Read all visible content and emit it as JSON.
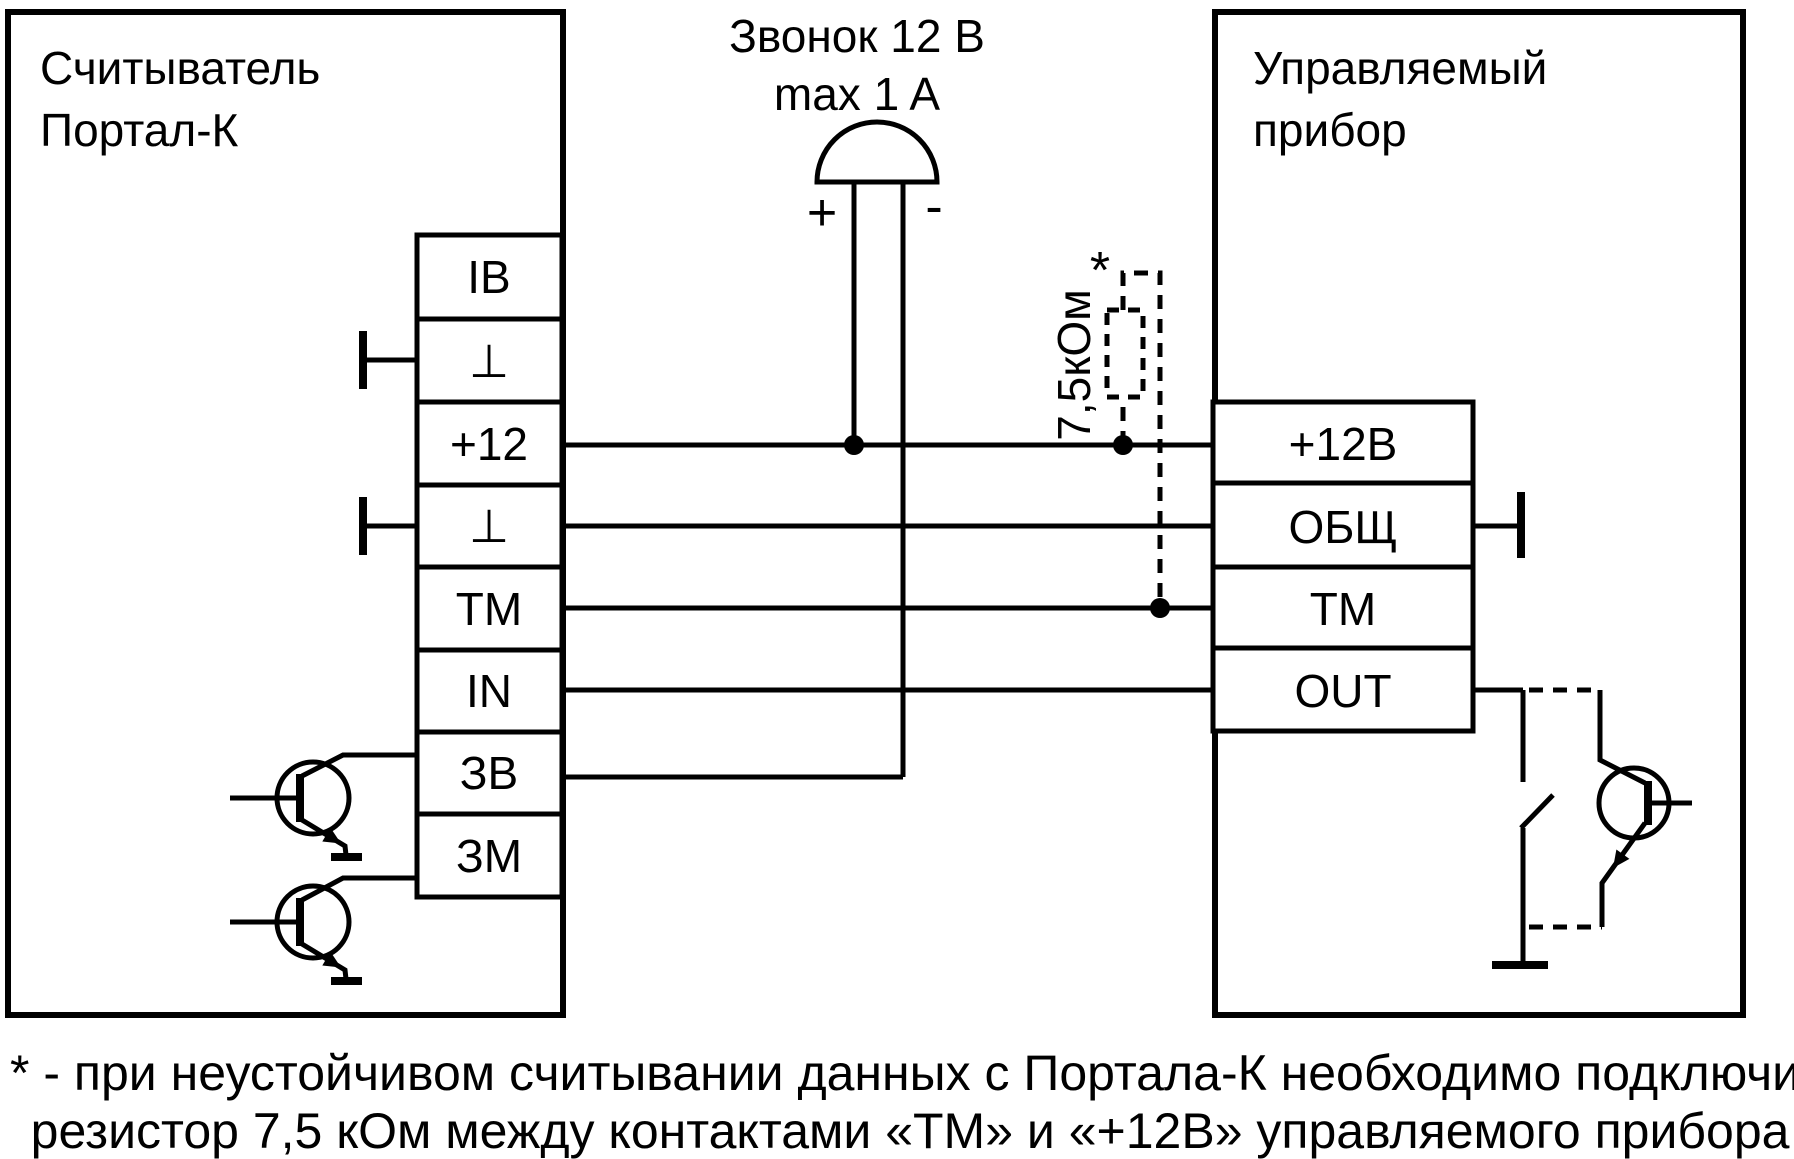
{
  "left_device": {
    "title_line1": "Считыватель",
    "title_line2": "Портал-К",
    "terminals": [
      "IB",
      "⊥",
      "+12",
      "⊥",
      "ТМ",
      "IN",
      "ЗВ",
      "ЗМ"
    ]
  },
  "right_device": {
    "title_line1": "Управляемый",
    "title_line2": "прибор",
    "terminals": [
      "+12В",
      "ОБЩ",
      "ТМ",
      "OUT"
    ]
  },
  "bell": {
    "label_line1": "Звонок 12 В",
    "label_line2": "max 1 A",
    "plus": "+",
    "minus": "-"
  },
  "resistor": {
    "value_label": "7,5кОм",
    "asterisk": "*"
  },
  "note": {
    "line1": "* - при неустойчивом считывании данных с Портала-К необходимо подключить",
    "line2": "резистор 7,5 кОм между контактами «ТМ» и «+12В» управляемого прибора."
  },
  "colors": {
    "line": "#000000",
    "background": "#ffffff"
  }
}
